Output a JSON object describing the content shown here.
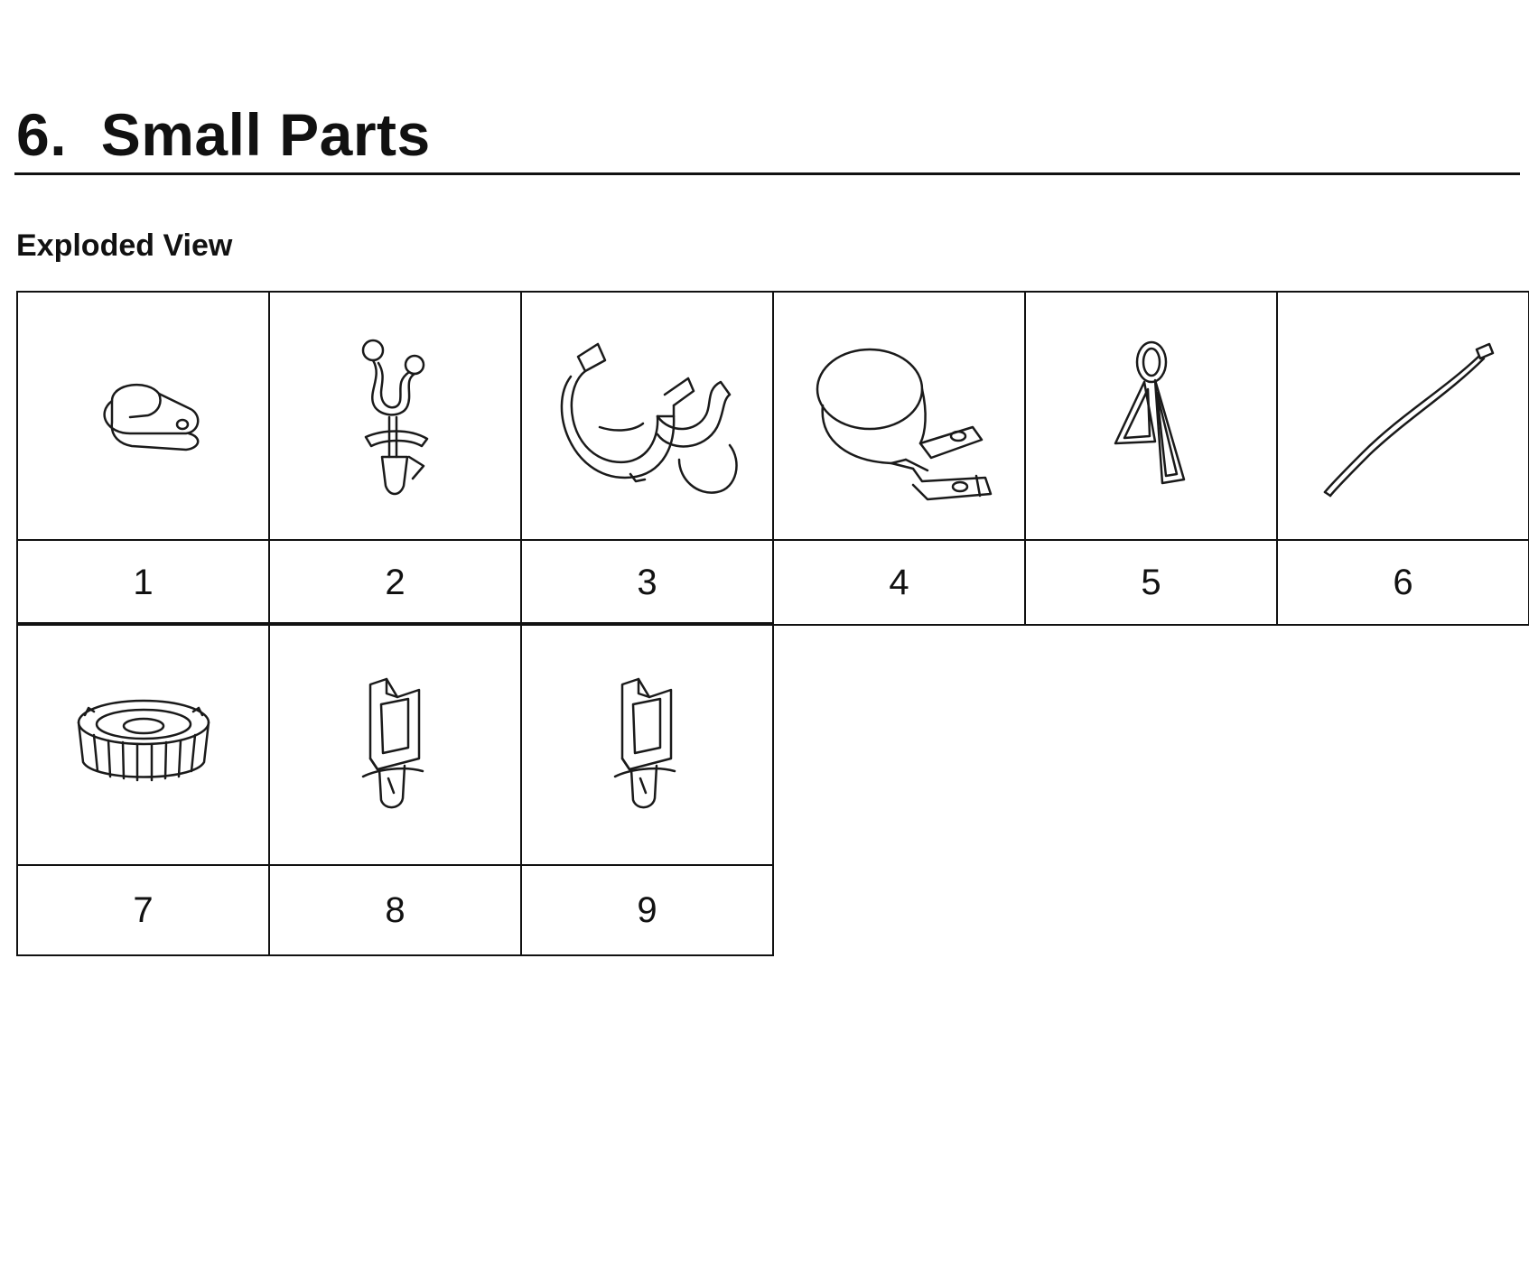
{
  "page": {
    "title": "6.  Small Parts",
    "section_heading": "Exploded View"
  },
  "parts": [
    {
      "number": "1",
      "icon": "p-clamp-icon"
    },
    {
      "number": "2",
      "icon": "wire-harness-clip-icon"
    },
    {
      "number": "3",
      "icon": "pipe-holder-clip-icon"
    },
    {
      "number": "4",
      "icon": "hose-clamp-bracket-icon"
    },
    {
      "number": "5",
      "icon": "wire-loop-clip-icon"
    },
    {
      "number": "6",
      "icon": "cable-tie-icon"
    },
    {
      "number": "7",
      "icon": "grommet-cap-icon"
    },
    {
      "number": "8",
      "icon": "snap-clip-icon"
    },
    {
      "number": "9",
      "icon": "snap-clip-icon"
    }
  ]
}
